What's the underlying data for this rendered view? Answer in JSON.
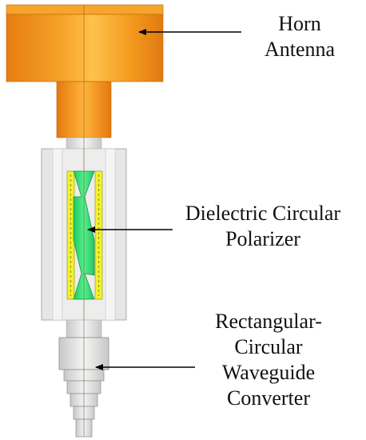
{
  "labels": {
    "horn": [
      "Horn",
      "Antenna"
    ],
    "polarizer": [
      "Dielectric Circular",
      "Polarizer"
    ],
    "converter": [
      "Rectangular-",
      "Circular",
      "Waveguide",
      "Converter"
    ]
  },
  "colors": {
    "horn_orange": "#f39a1e",
    "horn_highlight": "#ffc04a",
    "waveguide_gray": "#d6d6d6",
    "polarizer_green": "#2ee27a",
    "polarizer_yellow": "#f2f22a",
    "arrow": "#000000"
  }
}
